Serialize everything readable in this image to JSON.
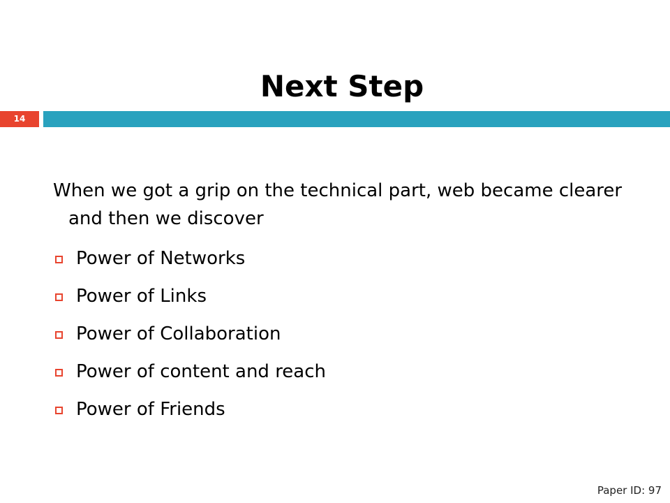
{
  "slide": {
    "title": "Next Step",
    "number": "14",
    "intro": "When we got a grip on the technical part, web became clearer and then we discover",
    "bullets": [
      "Power of Networks",
      "Power of Links",
      "Power of Collaboration",
      "Power of content and reach",
      "Power of Friends"
    ],
    "footer": "Paper ID: 97"
  },
  "colors": {
    "accent_red": "#e8442e",
    "accent_blue": "#2aa2be"
  }
}
